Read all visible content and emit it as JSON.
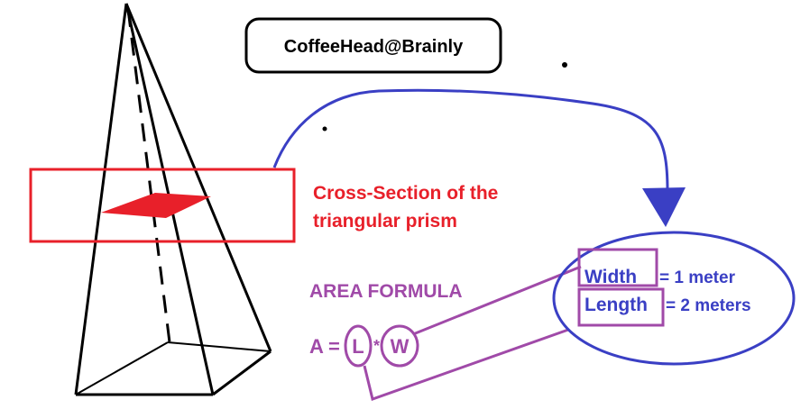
{
  "watermark": "CoffeeHead@Brainly",
  "cross_section": {
    "line1": "Cross-Section of the",
    "line2": "triangular prism"
  },
  "area_formula": {
    "heading": "AREA FORMULA",
    "a": "A",
    "equals": "=",
    "l": "L",
    "times": "*",
    "w": "W"
  },
  "dimensions": {
    "width_label": "Width",
    "width_value": "= 1 meter",
    "length_label": "Length",
    "length_value": "= 2 meters"
  },
  "colors": {
    "red": "#e8202a",
    "purple": "#a04aa8",
    "blue": "#3a3fc4",
    "black": "#000000"
  }
}
